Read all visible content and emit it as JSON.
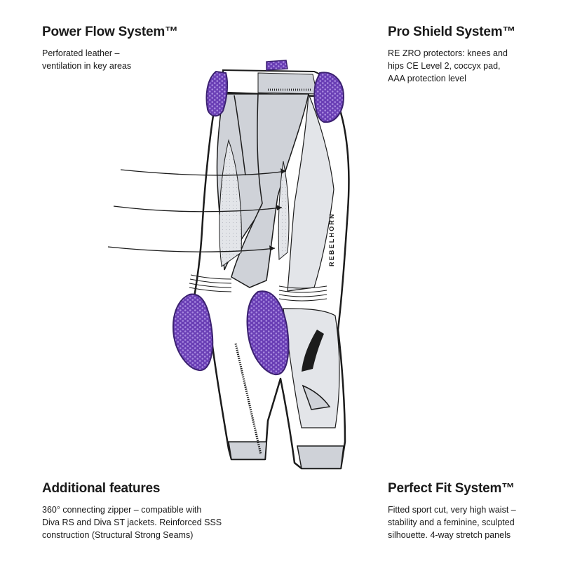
{
  "features": {
    "power_flow": {
      "title": "Power Flow System™",
      "text": "Perforated leather –\nventilation in key areas"
    },
    "pro_shield": {
      "title": "Pro Shield System™",
      "text": "RE ZRO protectors: knees and\nhips CE Level 2, coccyx pad,\nAAA protection level"
    },
    "additional": {
      "title": "Additional features",
      "text": "360° connecting zipper – compatible with\nDiva RS and Diva ST jackets. Reinforced SSS\nconstruction (Structural Strong Seams)"
    },
    "perfect_fit": {
      "title": "Perfect Fit System™",
      "text": "Fitted sport cut, very high waist –\nstability and a feminine, sculpted\nsilhouette. 4-way stretch panels"
    }
  },
  "illustration": {
    "brand_label": "REBELHORN",
    "colors": {
      "outline": "#1c1c1c",
      "leather_white": "#ffffff",
      "panel_grey": "#cfd2d8",
      "panel_grey_light": "#e3e5e9",
      "protector_purple": "#6a3fb5",
      "protector_purple_light": "#9a78d6"
    }
  }
}
